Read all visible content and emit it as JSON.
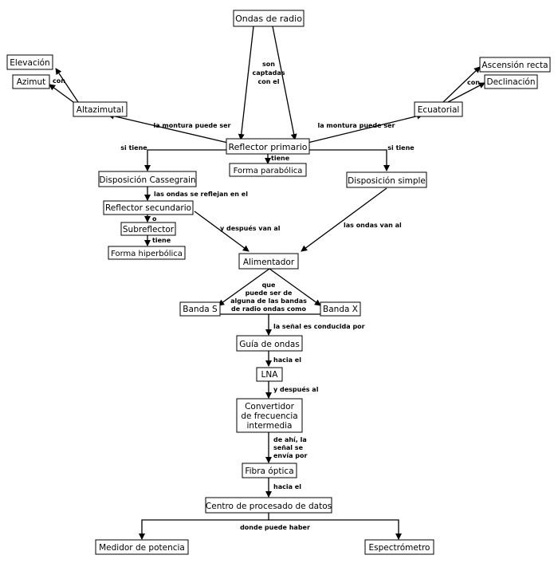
{
  "nodes": {
    "ondas": "Ondas de radio",
    "elevacion": "Elevación",
    "azimut": "Azimut",
    "altazimutal": "Altazimutal",
    "ascension": "Ascensión recta",
    "declinacion": "Declinación",
    "ecuatorial": "Ecuatorial",
    "reflector": "Reflector primario",
    "parabolica": "Forma parabólica",
    "cassegrain": "Disposición Cassegrain",
    "simple": "Disposición simple",
    "secundario": "Reflector secundario",
    "subreflector": "Subreflector",
    "hiperbolica": "Forma hiperbólica",
    "alimentador": "Alimentador",
    "bandas": "Banda S",
    "bandax": "Banda X",
    "guia": "Guía de ondas",
    "lna": "LNA",
    "convertidor": [
      "Convertidor",
      "de frecuencia",
      "intermedia"
    ],
    "fibra": "Fibra óptica",
    "centro": "Centro de procesado de datos",
    "medidor": "Medidor de potencia",
    "espectrometro": "Espectrómetro"
  },
  "labels": {
    "captadas": [
      "son",
      "captadas",
      "con el"
    ],
    "con_left": "con",
    "con_right": "con",
    "montura_left": "la montura puede ser",
    "montura_right": "la montura puede ser",
    "si_tiene_left": "si tiene",
    "si_tiene_right": "si tiene",
    "tiene_parab": "tiene",
    "reflejan": "las ondas se reflejan en el",
    "o": "o",
    "tiene_hiper": "tiene",
    "despues_van": "y después van al",
    "ondas_van": "las ondas van al",
    "bandas_q": [
      "que",
      "puede ser de",
      "alguna de las bandas",
      "de radio ondas como"
    ],
    "conducida": "la señal es conducida por",
    "hacia1": "hacia el",
    "despues_al": "y después al",
    "envia": [
      "de ahí, la",
      "señal se",
      "envía por"
    ],
    "hacia2": "hacia el",
    "puede_haber": "donde puede haber"
  }
}
